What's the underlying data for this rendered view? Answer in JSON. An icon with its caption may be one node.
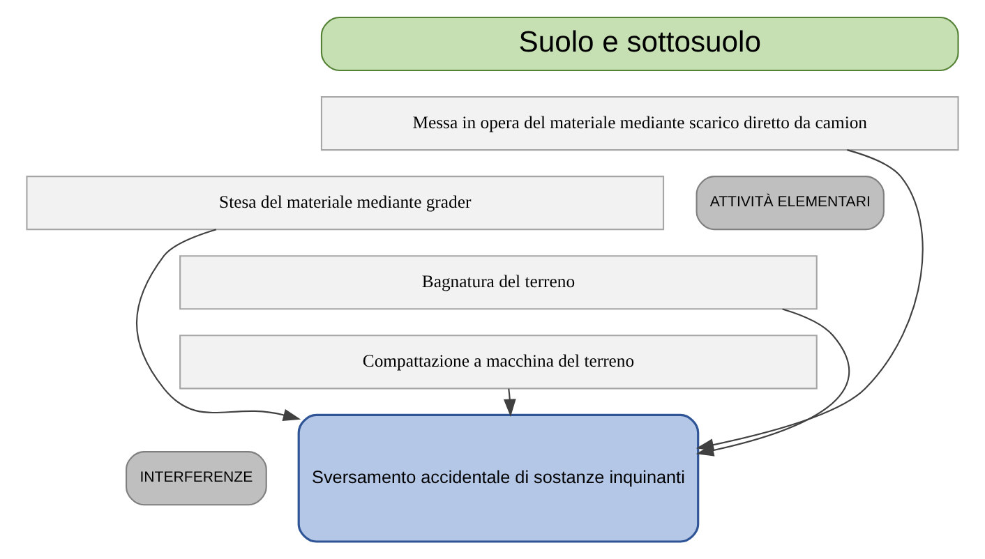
{
  "diagram": {
    "nodes": [
      {
        "text": [
          "Suolo e sottosuolo"
        ]
      },
      {
        "text": [
          "ATTIVITÀ ELEMENTARI"
        ]
      },
      {
        "text": [
          "Messa in opera del materiale mediante scarico diretto da camion"
        ]
      },
      {
        "text": [
          "Stesa del materiale mediante grader"
        ]
      },
      {
        "text": [
          "Bagnatura del terreno"
        ]
      },
      {
        "text": [
          "Compattazione a macchina del terreno"
        ]
      },
      {
        "text": [
          "INTERFERENZE"
        ]
      },
      {
        "text": [
          "Sversamento accidentale di sostanze inquinanti"
        ]
      }
    ],
    "edges": [
      {
        "from": 2,
        "to": 7,
        "arrow": "to"
      },
      {
        "from": 3,
        "to": 7,
        "arrow": "to"
      },
      {
        "from": 4,
        "to": 7,
        "arrow": "to"
      },
      {
        "from": 5,
        "to": 7,
        "arrow": "to"
      }
    ]
  }
}
